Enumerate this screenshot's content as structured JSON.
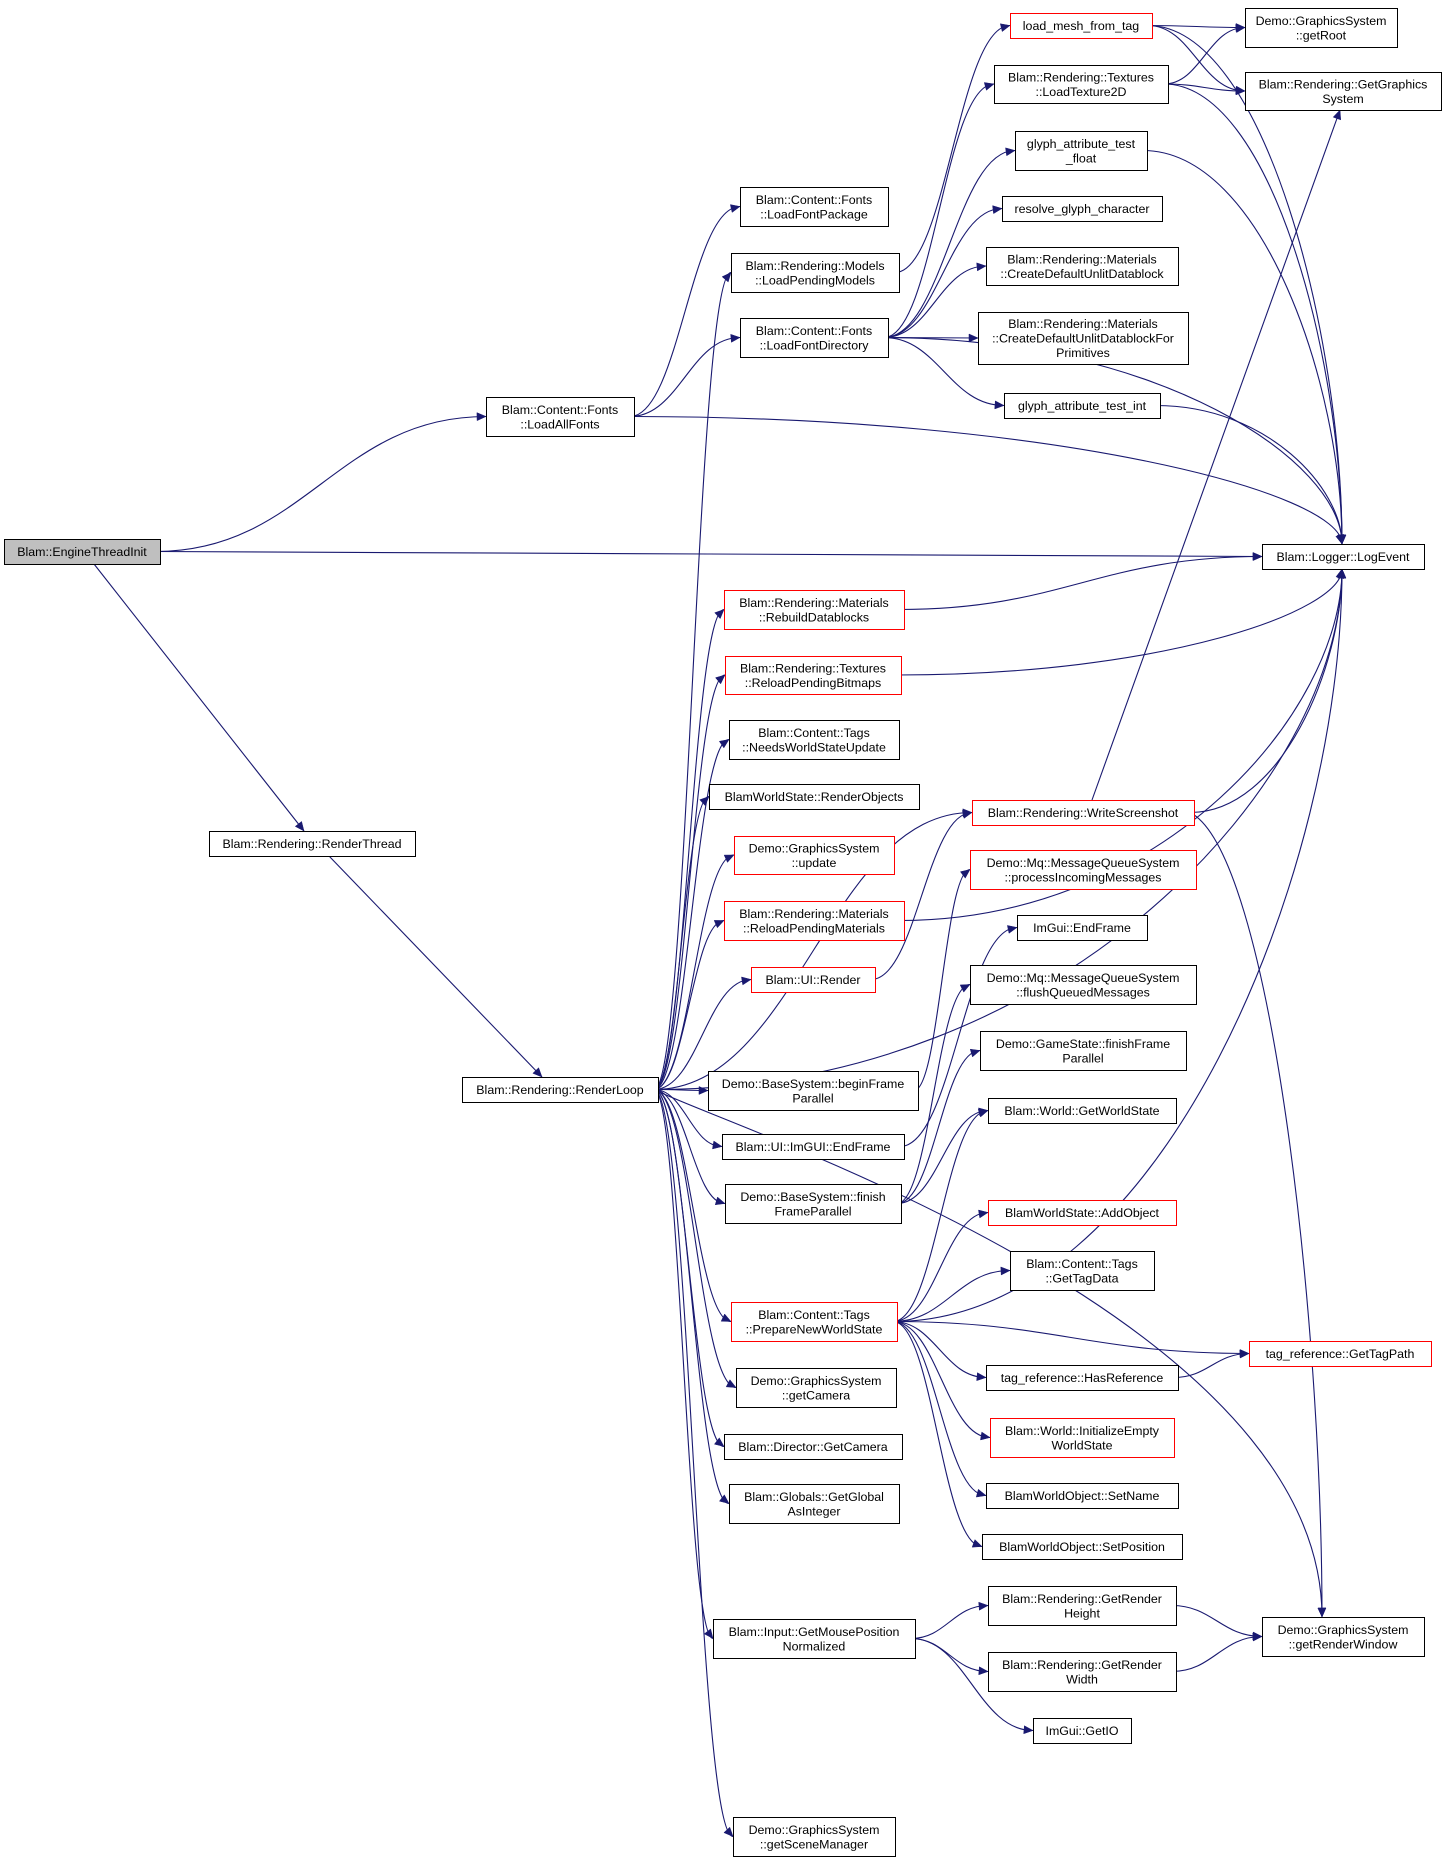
{
  "colors": {
    "edge": "#191970",
    "truncated_border": "#ff0000",
    "normal_border": "#000000",
    "root_fill": "#bfbfbf"
  },
  "nodes": {
    "root": {
      "lines": [
        "Blam::EngineThreadInit"
      ],
      "kind": "root"
    },
    "loadAllFonts": {
      "lines": [
        "Blam::Content::Fonts",
        "::LoadAllFonts"
      ],
      "kind": "normal"
    },
    "renderThread": {
      "lines": [
        "Blam::Rendering::RenderThread"
      ],
      "kind": "normal"
    },
    "renderLoop": {
      "lines": [
        "Blam::Rendering::RenderLoop"
      ],
      "kind": "normal"
    },
    "loadFontPackage": {
      "lines": [
        "Blam::Content::Fonts",
        "::LoadFontPackage"
      ],
      "kind": "normal"
    },
    "loadPendingModels": {
      "lines": [
        "Blam::Rendering::Models",
        "::LoadPendingModels"
      ],
      "kind": "normal"
    },
    "loadFontDirectory": {
      "lines": [
        "Blam::Content::Fonts",
        "::LoadFontDirectory"
      ],
      "kind": "normal"
    },
    "loadMeshFromTag": {
      "lines": [
        "load_mesh_from_tag"
      ],
      "kind": "truncated"
    },
    "loadTexture2D": {
      "lines": [
        "Blam::Rendering::Textures",
        "::LoadTexture2D"
      ],
      "kind": "normal"
    },
    "glyphFloat": {
      "lines": [
        "glyph_attribute_test",
        "_float"
      ],
      "kind": "normal"
    },
    "resolveGlyph": {
      "lines": [
        "resolve_glyph_character"
      ],
      "kind": "normal"
    },
    "createUnlit": {
      "lines": [
        "Blam::Rendering::Materials",
        "::CreateDefaultUnlitDatablock"
      ],
      "kind": "normal"
    },
    "createUnlitPrim": {
      "lines": [
        "Blam::Rendering::Materials",
        "::CreateDefaultUnlitDatablockFor",
        "Primitives"
      ],
      "kind": "normal"
    },
    "glyphInt": {
      "lines": [
        "glyph_attribute_test_int"
      ],
      "kind": "normal"
    },
    "getRoot": {
      "lines": [
        "Demo::GraphicsSystem",
        "::getRoot"
      ],
      "kind": "normal"
    },
    "getGraphicsSystem": {
      "lines": [
        "Blam::Rendering::GetGraphics",
        "System"
      ],
      "kind": "normal"
    },
    "logEvent": {
      "lines": [
        "Blam::Logger::LogEvent"
      ],
      "kind": "normal"
    },
    "rebuildDatablocks": {
      "lines": [
        "Blam::Rendering::Materials",
        "::RebuildDatablocks"
      ],
      "kind": "truncated"
    },
    "reloadPendingBitmaps": {
      "lines": [
        "Blam::Rendering::Textures",
        "::ReloadPendingBitmaps"
      ],
      "kind": "truncated"
    },
    "needsWorldStateUpdate": {
      "lines": [
        "Blam::Content::Tags",
        "::NeedsWorldStateUpdate"
      ],
      "kind": "normal"
    },
    "renderObjects": {
      "lines": [
        "BlamWorldState::RenderObjects"
      ],
      "kind": "normal"
    },
    "gsUpdate": {
      "lines": [
        "Demo::GraphicsSystem",
        "::update"
      ],
      "kind": "truncated"
    },
    "reloadPendingMaterials": {
      "lines": [
        "Blam::Rendering::Materials",
        "::ReloadPendingMaterials"
      ],
      "kind": "truncated"
    },
    "uiRender": {
      "lines": [
        "Blam::UI::Render"
      ],
      "kind": "truncated"
    },
    "beginFrameParallel": {
      "lines": [
        "Demo::BaseSystem::beginFrame",
        "Parallel"
      ],
      "kind": "normal"
    },
    "uiImguiEndFrame": {
      "lines": [
        "Blam::UI::ImGUI::EndFrame"
      ],
      "kind": "normal"
    },
    "finishFrameParallel": {
      "lines": [
        "Demo::BaseSystem::finish",
        "FrameParallel"
      ],
      "kind": "normal"
    },
    "prepareNewWorldState": {
      "lines": [
        "Blam::Content::Tags",
        "::PrepareNewWorldState"
      ],
      "kind": "truncated"
    },
    "getCamera": {
      "lines": [
        "Demo::GraphicsSystem",
        "::getCamera"
      ],
      "kind": "normal"
    },
    "directorGetCamera": {
      "lines": [
        "Blam::Director::GetCamera"
      ],
      "kind": "normal"
    },
    "getGlobalAsInteger": {
      "lines": [
        "Blam::Globals::GetGlobal",
        "AsInteger"
      ],
      "kind": "normal"
    },
    "getMousePosition": {
      "lines": [
        "Blam::Input::GetMousePosition",
        "Normalized"
      ],
      "kind": "normal"
    },
    "getSceneManager": {
      "lines": [
        "Demo::GraphicsSystem",
        "::getSceneManager"
      ],
      "kind": "normal"
    },
    "writeScreenshot": {
      "lines": [
        "Blam::Rendering::WriteScreenshot"
      ],
      "kind": "truncated"
    },
    "processIncoming": {
      "lines": [
        "Demo::Mq::MessageQueueSystem",
        "::processIncomingMessages"
      ],
      "kind": "truncated"
    },
    "imguiEndFrame": {
      "lines": [
        "ImGui::EndFrame"
      ],
      "kind": "normal"
    },
    "flushQueued": {
      "lines": [
        "Demo::Mq::MessageQueueSystem",
        "::flushQueuedMessages"
      ],
      "kind": "normal"
    },
    "gameStateFinish": {
      "lines": [
        "Demo::GameState::finishFrame",
        "Parallel"
      ],
      "kind": "normal"
    },
    "getWorldState": {
      "lines": [
        "Blam::World::GetWorldState"
      ],
      "kind": "normal"
    },
    "addObject": {
      "lines": [
        "BlamWorldState::AddObject"
      ],
      "kind": "truncated"
    },
    "getTagData": {
      "lines": [
        "Blam::Content::Tags",
        "::GetTagData"
      ],
      "kind": "normal"
    },
    "getTagPath": {
      "lines": [
        "tag_reference::GetTagPath"
      ],
      "kind": "truncated"
    },
    "hasReference": {
      "lines": [
        "tag_reference::HasReference"
      ],
      "kind": "normal"
    },
    "initializeEmpty": {
      "lines": [
        "Blam::World::InitializeEmpty",
        "WorldState"
      ],
      "kind": "truncated"
    },
    "setName": {
      "lines": [
        "BlamWorldObject::SetName"
      ],
      "kind": "normal"
    },
    "setPosition": {
      "lines": [
        "BlamWorldObject::SetPosition"
      ],
      "kind": "normal"
    },
    "getRenderHeight": {
      "lines": [
        "Blam::Rendering::GetRender",
        "Height"
      ],
      "kind": "normal"
    },
    "getRenderWidth": {
      "lines": [
        "Blam::Rendering::GetRender",
        "Width"
      ],
      "kind": "normal"
    },
    "getIO": {
      "lines": [
        "ImGui::GetIO"
      ],
      "kind": "normal"
    },
    "getRenderWindow": {
      "lines": [
        "Demo::GraphicsSystem",
        "::getRenderWindow"
      ],
      "kind": "normal"
    }
  },
  "edges": [
    [
      "root",
      "loadAllFonts"
    ],
    [
      "root",
      "logEvent"
    ],
    [
      "root",
      "renderThread"
    ],
    [
      "renderThread",
      "renderLoop"
    ],
    [
      "loadAllFonts",
      "loadFontPackage"
    ],
    [
      "loadAllFonts",
      "loadFontDirectory"
    ],
    [
      "loadAllFonts",
      "logEvent"
    ],
    [
      "loadPendingModels",
      "loadMeshFromTag"
    ],
    [
      "loadFontDirectory",
      "loadTexture2D"
    ],
    [
      "loadFontDirectory",
      "glyphFloat"
    ],
    [
      "loadFontDirectory",
      "resolveGlyph"
    ],
    [
      "loadFontDirectory",
      "createUnlit"
    ],
    [
      "loadFontDirectory",
      "createUnlitPrim"
    ],
    [
      "loadFontDirectory",
      "glyphInt"
    ],
    [
      "loadFontDirectory",
      "logEvent"
    ],
    [
      "loadMeshFromTag",
      "getRoot"
    ],
    [
      "loadMeshFromTag",
      "getGraphicsSystem"
    ],
    [
      "loadMeshFromTag",
      "logEvent"
    ],
    [
      "loadTexture2D",
      "getRoot"
    ],
    [
      "loadTexture2D",
      "getGraphicsSystem"
    ],
    [
      "loadTexture2D",
      "logEvent"
    ],
    [
      "glyphFloat",
      "logEvent"
    ],
    [
      "glyphInt",
      "logEvent"
    ],
    [
      "renderLoop",
      "loadPendingModels"
    ],
    [
      "renderLoop",
      "rebuildDatablocks"
    ],
    [
      "renderLoop",
      "reloadPendingBitmaps"
    ],
    [
      "renderLoop",
      "needsWorldStateUpdate"
    ],
    [
      "renderLoop",
      "renderObjects"
    ],
    [
      "renderLoop",
      "gsUpdate"
    ],
    [
      "renderLoop",
      "reloadPendingMaterials"
    ],
    [
      "renderLoop",
      "uiRender"
    ],
    [
      "renderLoop",
      "writeScreenshot"
    ],
    [
      "renderLoop",
      "beginFrameParallel"
    ],
    [
      "renderLoop",
      "uiImguiEndFrame"
    ],
    [
      "renderLoop",
      "finishFrameParallel"
    ],
    [
      "renderLoop",
      "logEvent"
    ],
    [
      "renderLoop",
      "prepareNewWorldState"
    ],
    [
      "renderLoop",
      "getCamera"
    ],
    [
      "renderLoop",
      "directorGetCamera"
    ],
    [
      "renderLoop",
      "getGlobalAsInteger"
    ],
    [
      "renderLoop",
      "getMousePosition"
    ],
    [
      "renderLoop",
      "getRenderWindow"
    ],
    [
      "renderLoop",
      "getSceneManager"
    ],
    [
      "rebuildDatablocks",
      "logEvent"
    ],
    [
      "reloadPendingBitmaps",
      "logEvent"
    ],
    [
      "reloadPendingMaterials",
      "logEvent"
    ],
    [
      "uiRender",
      "writeScreenshot"
    ],
    [
      "writeScreenshot",
      "getGraphicsSystem"
    ],
    [
      "writeScreenshot",
      "logEvent"
    ],
    [
      "writeScreenshot",
      "getRenderWindow"
    ],
    [
      "beginFrameParallel",
      "processIncoming"
    ],
    [
      "uiImguiEndFrame",
      "imguiEndFrame"
    ],
    [
      "finishFrameParallel",
      "flushQueued"
    ],
    [
      "finishFrameParallel",
      "gameStateFinish"
    ],
    [
      "finishFrameParallel",
      "getWorldState"
    ],
    [
      "prepareNewWorldState",
      "getWorldState"
    ],
    [
      "prepareNewWorldState",
      "addObject"
    ],
    [
      "prepareNewWorldState",
      "getTagData"
    ],
    [
      "prepareNewWorldState",
      "getTagPath"
    ],
    [
      "prepareNewWorldState",
      "hasReference"
    ],
    [
      "prepareNewWorldState",
      "initializeEmpty"
    ],
    [
      "prepareNewWorldState",
      "setName"
    ],
    [
      "prepareNewWorldState",
      "setPosition"
    ],
    [
      "prepareNewWorldState",
      "logEvent"
    ],
    [
      "hasReference",
      "getTagPath"
    ],
    [
      "getMousePosition",
      "getRenderHeight"
    ],
    [
      "getMousePosition",
      "getRenderWidth"
    ],
    [
      "getMousePosition",
      "getIO"
    ],
    [
      "getRenderHeight",
      "getRenderWindow"
    ],
    [
      "getRenderWidth",
      "getRenderWindow"
    ]
  ]
}
